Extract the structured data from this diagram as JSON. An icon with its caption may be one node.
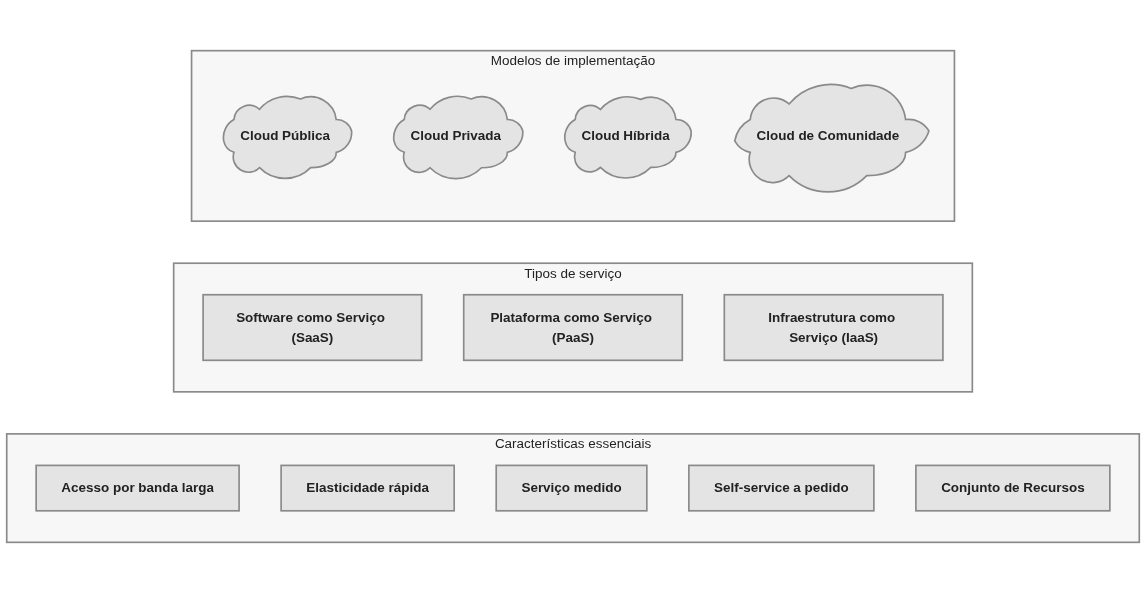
{
  "diagram": {
    "nodes": [
      {
        "text": [
          "Características essenciais"
        ]
      },
      {
        "text": [
          "Acesso por banda larga"
        ],
        "in": 0
      },
      {
        "text": [
          "Elasticidade rápida"
        ],
        "in": 0
      },
      {
        "text": [
          "Serviço medido"
        ],
        "in": 0
      },
      {
        "text": [
          "Self-service a pedido"
        ],
        "in": 0
      },
      {
        "text": [
          "Conjunto de Recursos"
        ],
        "in": 0
      },
      {
        "text": [
          "Tipos de serviço"
        ]
      },
      {
        "text": [
          "Software como Serviço (SaaS)"
        ],
        "in": 6
      },
      {
        "text": [
          "Plataforma como Serviço (PaaS)"
        ],
        "in": 6
      },
      {
        "text": [
          "Infraestrutura como Serviço (IaaS)"
        ],
        "in": 6
      },
      {
        "text": [
          "Modelos de implementação"
        ]
      },
      {
        "text": [
          "Cloud Pública"
        ],
        "in": 10
      },
      {
        "text": [
          "Cloud Privada"
        ],
        "in": 10
      },
      {
        "text": [
          "Cloud Híbrida"
        ],
        "in": 10
      },
      {
        "text": [
          "Cloud de Comunidade"
        ],
        "in": 10
      }
    ],
    "edges": []
  }
}
